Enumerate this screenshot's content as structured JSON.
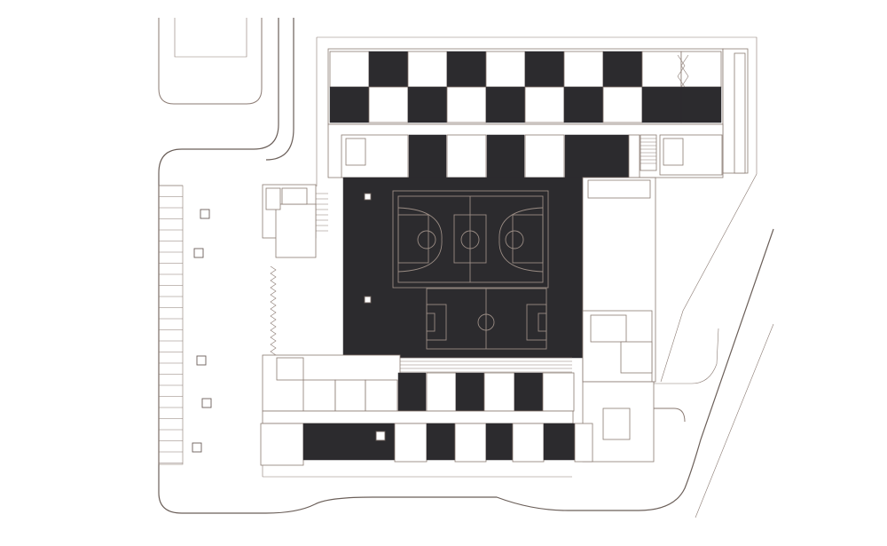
{
  "plan": {
    "background": "#ffffff",
    "colors": {
      "dark_block": "#2c2b2e",
      "line": "#8a7a72",
      "court_line": "#9a8c84"
    },
    "elements": {
      "site_boundary": "site-boundary",
      "basketball_court": "basketball-court",
      "football_pitch": "football-pitch",
      "parking": "parking-bays",
      "road": "access-road"
    }
  }
}
